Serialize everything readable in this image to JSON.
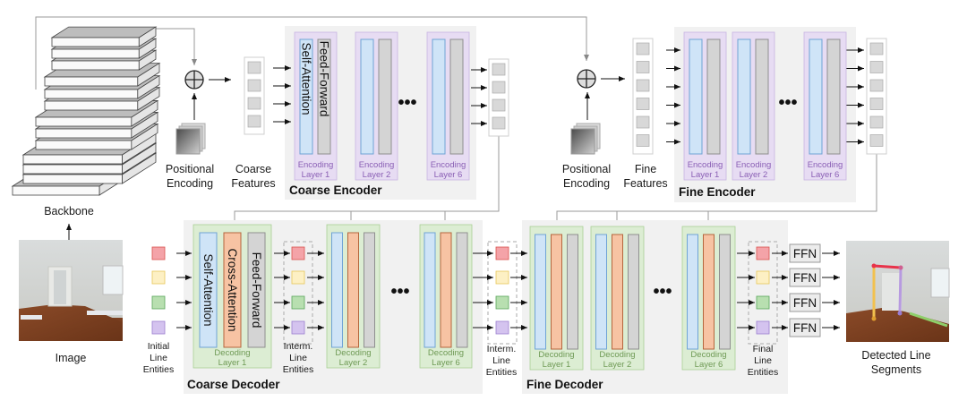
{
  "backbone": {
    "label": "Backbone"
  },
  "image": {
    "label": "Image"
  },
  "coarse_branch": {
    "pos_encoding_label": [
      "Positional",
      "Encoding"
    ],
    "features_label": [
      "Coarse",
      "Features"
    ],
    "encoder_title": "Coarse Encoder",
    "encoder_layers": [
      {
        "label": [
          "Encoding",
          "Layer 1"
        ],
        "blocks": [
          "Self-Attention",
          "Feed-Forward"
        ]
      },
      {
        "label": [
          "Encoding",
          "Layer 2"
        ]
      },
      {
        "label": [
          "Encoding",
          "Layer 6"
        ]
      }
    ],
    "decoder_title": "Coarse Decoder",
    "decoder_layers": [
      {
        "label": [
          "Decoding",
          "Layer 1"
        ],
        "blocks": [
          "Self-Attention",
          "Cross-Attention",
          "Feed-Forward"
        ]
      },
      {
        "label": [
          "Decoding",
          "Layer 2"
        ]
      },
      {
        "label": [
          "Decoding",
          "Layer 6"
        ]
      }
    ]
  },
  "fine_branch": {
    "pos_encoding_label": [
      "Positional",
      "Encoding"
    ],
    "features_label": [
      "Fine",
      "Features"
    ],
    "encoder_title": "Fine Encoder",
    "encoder_layers": [
      {
        "label": [
          "Encoding",
          "Layer 1"
        ]
      },
      {
        "label": [
          "Encoding",
          "Layer 2"
        ]
      },
      {
        "label": [
          "Encoding",
          "Layer 6"
        ]
      }
    ],
    "decoder_title": "Fine Decoder",
    "decoder_layers": [
      {
        "label": [
          "Decoding",
          "Layer 1"
        ]
      },
      {
        "label": [
          "Decoding",
          "Layer 2"
        ]
      },
      {
        "label": [
          "Decoding",
          "Layer 6"
        ]
      }
    ]
  },
  "entities": {
    "initial": [
      "Initial",
      "Line",
      "Entities"
    ],
    "interm_1": [
      "Interm.",
      "Line",
      "Entities"
    ],
    "interm_2": [
      "Interm.",
      "Line",
      "Entities"
    ],
    "final": [
      "Final",
      "Line",
      "Entities"
    ],
    "colors": [
      "#f4a3a8",
      "#fdf0c4",
      "#b8dfb0",
      "#d4c3ef"
    ],
    "border_colors": [
      "#d9534f",
      "#e8c75a",
      "#5aa65a",
      "#9b7fd0"
    ]
  },
  "ffn": {
    "label": "FFN",
    "count": 4
  },
  "output": {
    "label": [
      "Detected Line",
      "Segments"
    ]
  },
  "ellipsis": "•••",
  "colors": {
    "self_attention": "#cfe4f7",
    "self_attention_border": "#6fa3d6",
    "cross_attention": "#f7c3a3",
    "cross_attention_border": "#b5663d",
    "feed_forward": "#d4d4d4",
    "feed_forward_border": "#8f8f8f",
    "encoder_layer_bg": "#e7dcf3",
    "decoder_layer_bg": "#dcedd3",
    "module_bg": "#f1f1f1"
  }
}
